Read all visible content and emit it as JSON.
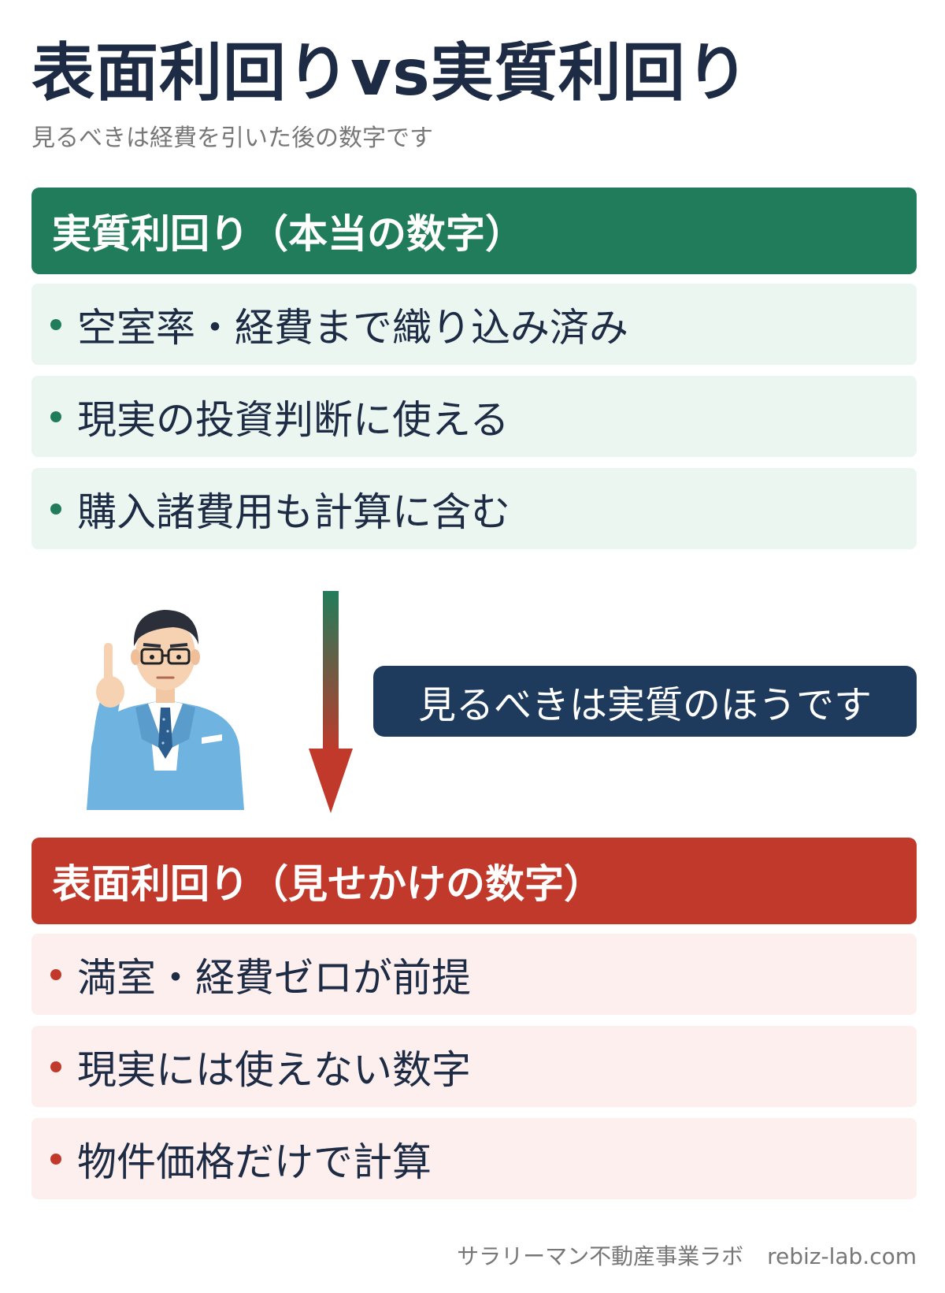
{
  "title": "表面利回りvs実質利回り",
  "subtitle": "見るべきは経費を引いた後の数字です",
  "real_yield": {
    "header": "実質利回り（本当の数字）",
    "items": [
      "空室率・経費まで織り込み済み",
      "現実の投資判断に使える",
      "購入諸費用も計算に含む"
    ]
  },
  "callout": "見るべきは実質のほうです",
  "surface_yield": {
    "header": "表面利回り（見せかけの数字）",
    "items": [
      "満室・経費ゼロが前提",
      "現実には使えない数字",
      "物件価格だけで計算"
    ]
  },
  "footer": {
    "brand": "サラリーマン不動産事業ラボ",
    "url": "rebiz-lab.com"
  },
  "colors": {
    "title": "#1d2b44",
    "green": "#217c5b",
    "red": "#c0392b",
    "navy": "#1e3a5c"
  }
}
